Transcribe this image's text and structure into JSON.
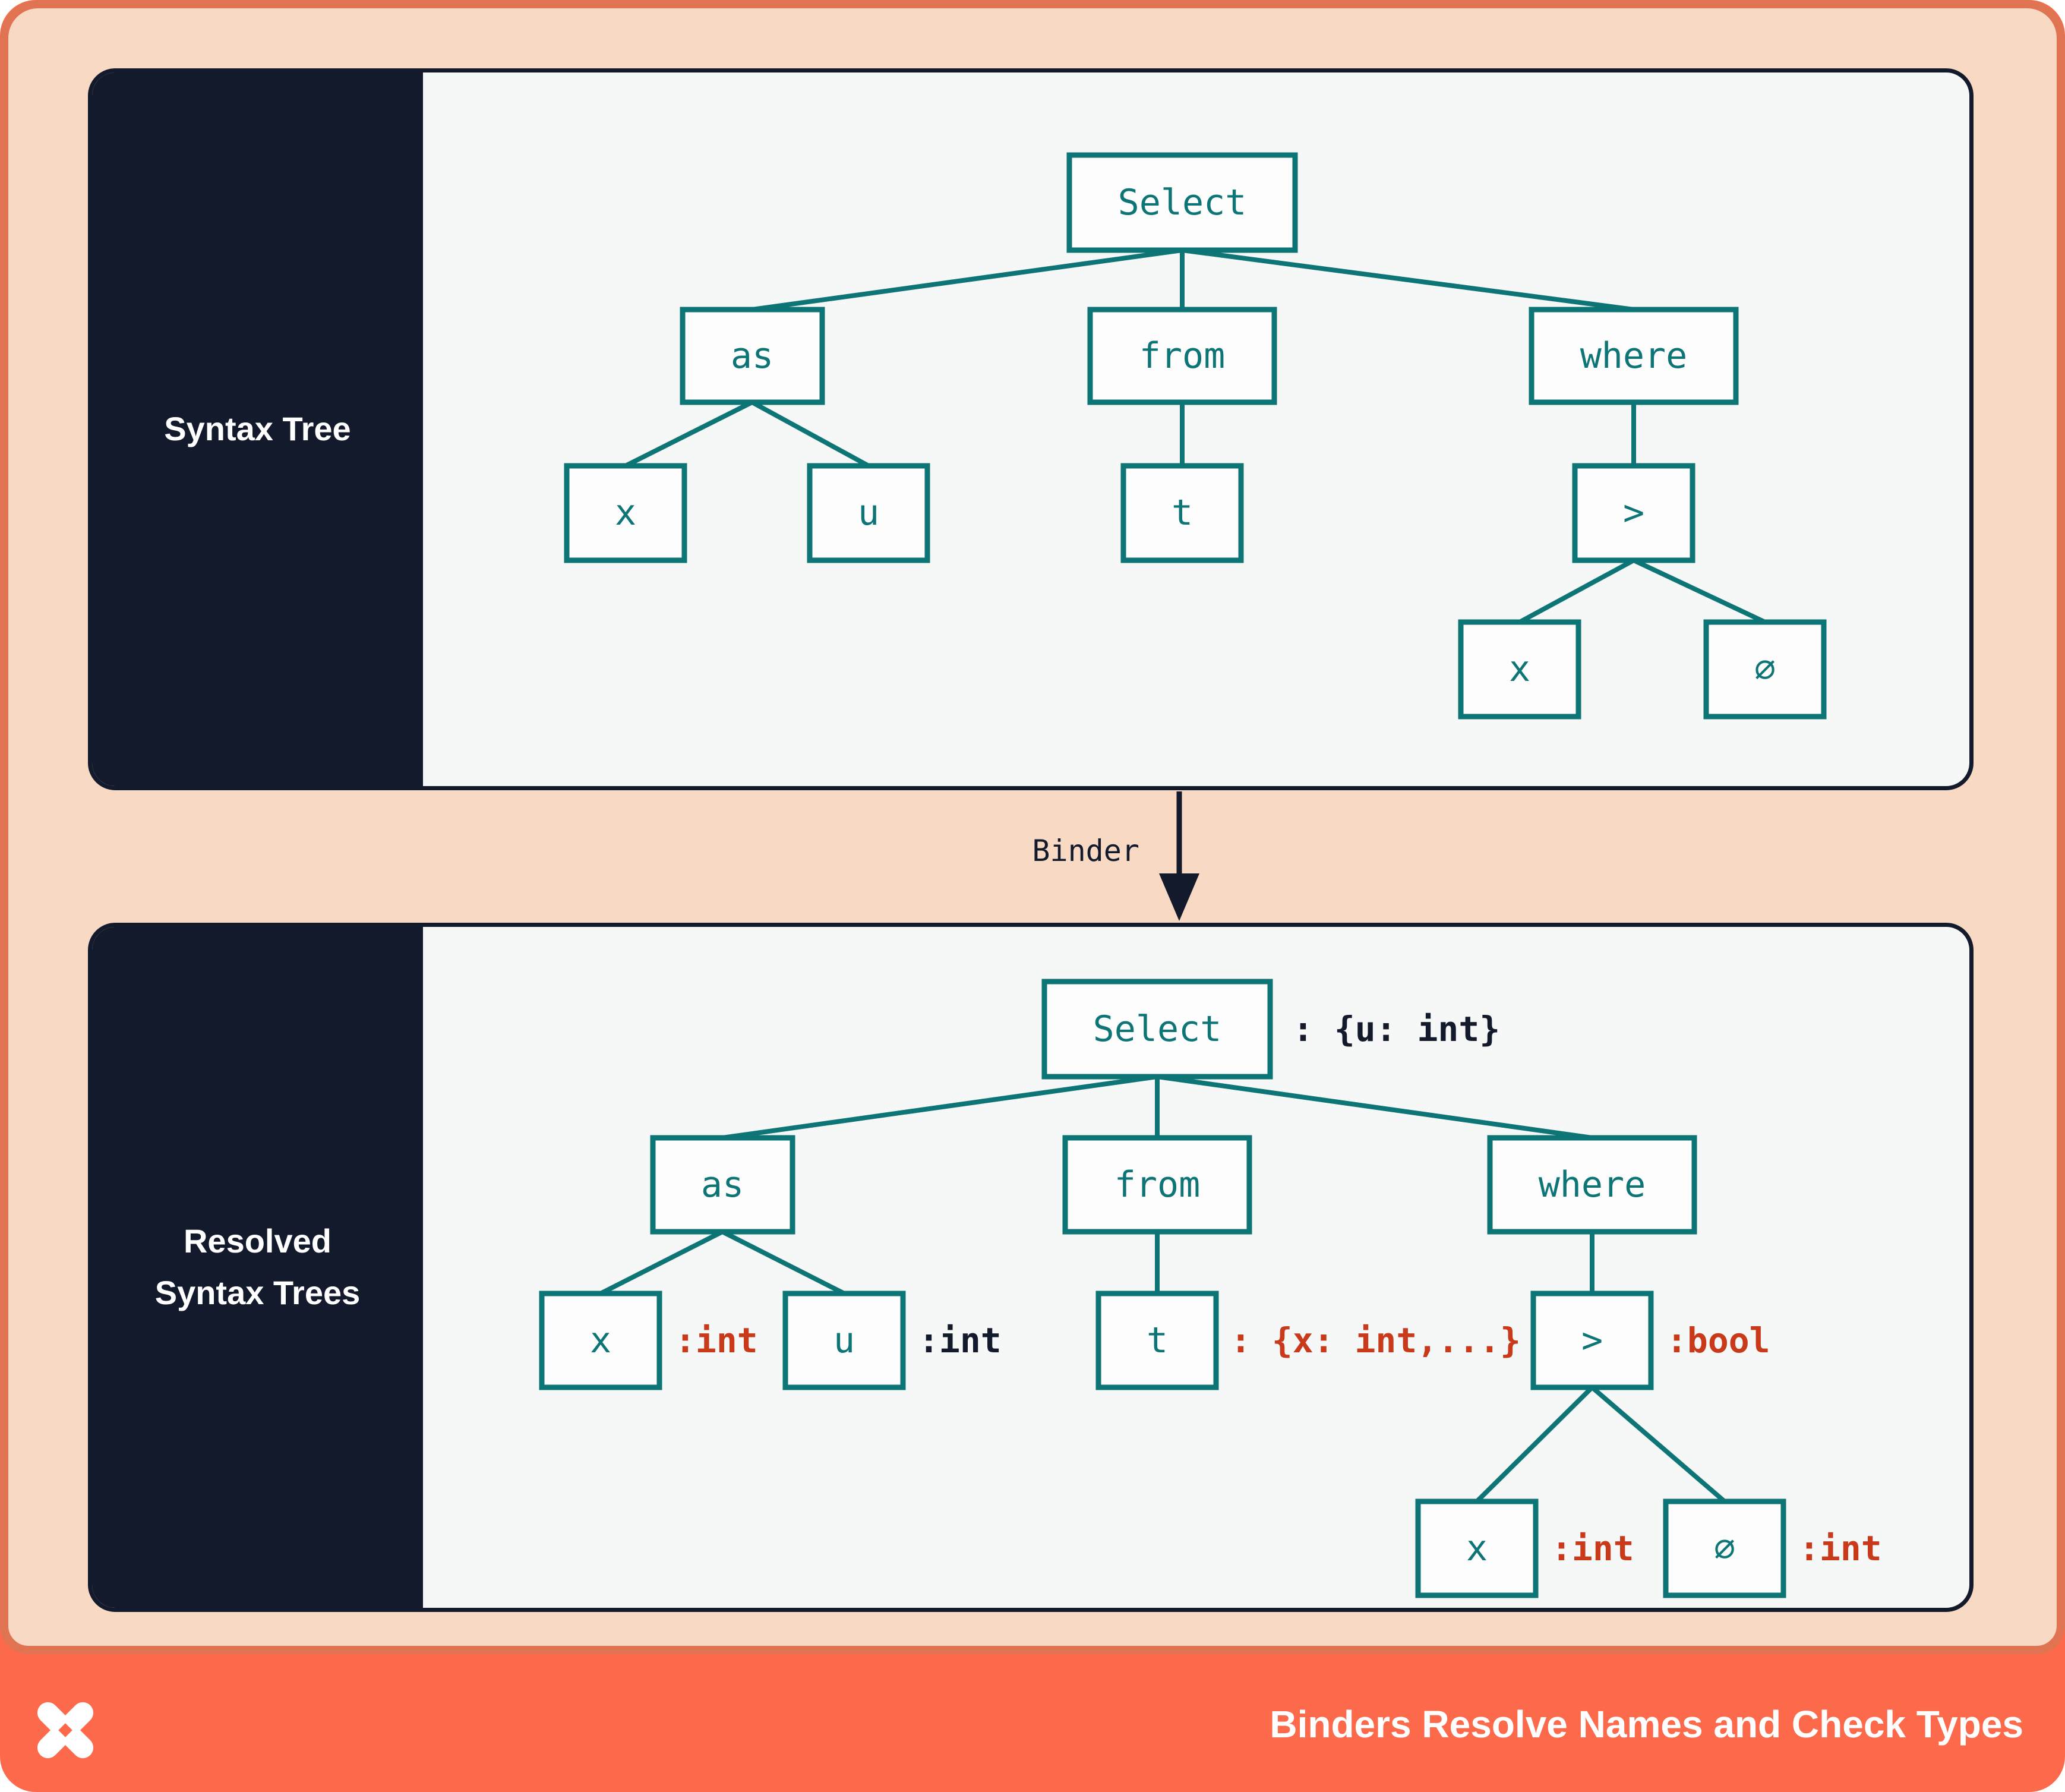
{
  "panel_top": {
    "label": "Syntax Tree",
    "nodes": {
      "select": "Select",
      "as": "as",
      "from": "from",
      "where": "where",
      "x1": "x",
      "u": "u",
      "t": "t",
      "gt": ">",
      "x2": "x",
      "zero": "∅"
    }
  },
  "panel_bottom": {
    "label_line1": "Resolved",
    "label_line2": "Syntax Trees",
    "nodes": {
      "select": "Select",
      "as": "as",
      "from": "from",
      "where": "where",
      "x1": "x",
      "u": "u",
      "t": "t",
      "gt": ">",
      "x2": "x",
      "zero": "∅"
    },
    "types": {
      "select": ": {u: int}",
      "x1": ":int",
      "u": ":int",
      "t": ": {x: int,...}",
      "gt": ":bool",
      "x2": ":int",
      "zero": ":int"
    }
  },
  "binder": {
    "label": "Binder"
  },
  "footer": {
    "title": "Binders Resolve Names and Check Types"
  },
  "colors": {
    "teal": "#0E7576",
    "navy": "#131A2B",
    "type_red": "#C93A1B",
    "peach": "#F8DAC4",
    "frame_orange": "#E07452",
    "bar_orange": "#FD6A4B",
    "panel_bg": "#F6F7F7"
  }
}
